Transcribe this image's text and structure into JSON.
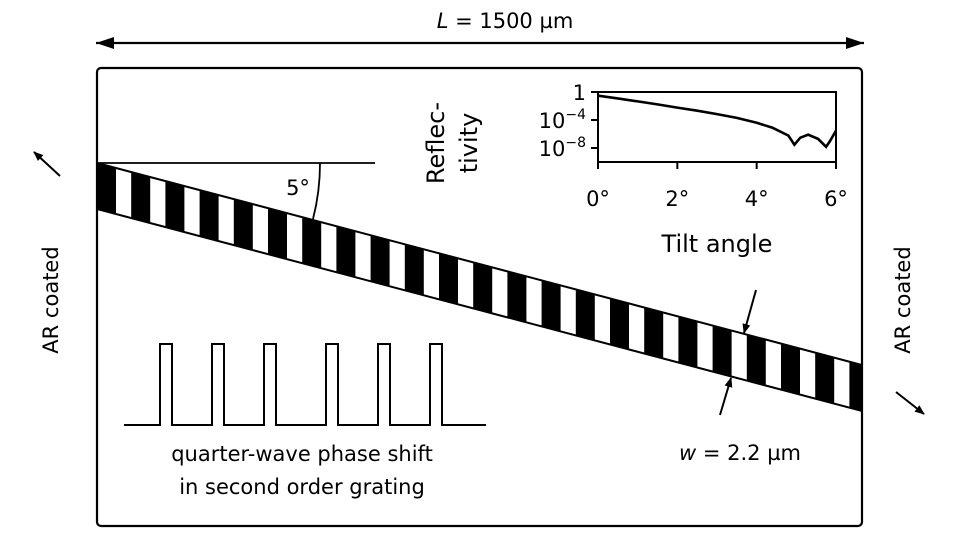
{
  "dimension": {
    "length_prefix": "L",
    "length_value": " = 1500 µm"
  },
  "angle_label": "5°",
  "side_labels": {
    "left": "AR coated",
    "right": "AR coated"
  },
  "width_label": {
    "prefix": "w",
    "value": " = 2.2 µm"
  },
  "phase_shift_caption": {
    "line1": "quarter-wave phase shift",
    "line2": "in second order grating"
  },
  "inset": {
    "ylabel_line1": "Reflec-",
    "ylabel_line2": "tivity",
    "xlabel": "Tilt angle",
    "y_ticks": [
      {
        "base": "1",
        "exp": ""
      },
      {
        "base": "10",
        "exp": "−4"
      },
      {
        "base": "10",
        "exp": "−8"
      }
    ],
    "x_ticks": [
      "0°",
      "2°",
      "4°",
      "6°"
    ]
  },
  "chart_data": {
    "type": "line",
    "xlabel": "Tilt angle",
    "ylabel": "Reflectivity",
    "ylog": true,
    "xlim": [
      0,
      6
    ],
    "ylim": [
      1e-10,
      1
    ],
    "x_ticks": [
      0,
      2,
      4,
      6
    ],
    "y_ticks": [
      1,
      0.0001,
      1e-08
    ],
    "series": [
      {
        "x": [
          0,
          0.5,
          1,
          1.5,
          2,
          2.5,
          3,
          3.5,
          4,
          4.4,
          4.8,
          4.95,
          5.1,
          5.3,
          5.55,
          5.75,
          5.85,
          6.0
        ],
        "y": [
          0.3,
          0.12,
          0.045,
          0.017,
          0.006,
          0.0021,
          0.0007,
          0.0002,
          4e-05,
          8e-06,
          6e-07,
          3e-08,
          3e-07,
          8e-07,
          2e-07,
          1.5e-08,
          1e-07,
          3e-06
        ]
      }
    ]
  }
}
